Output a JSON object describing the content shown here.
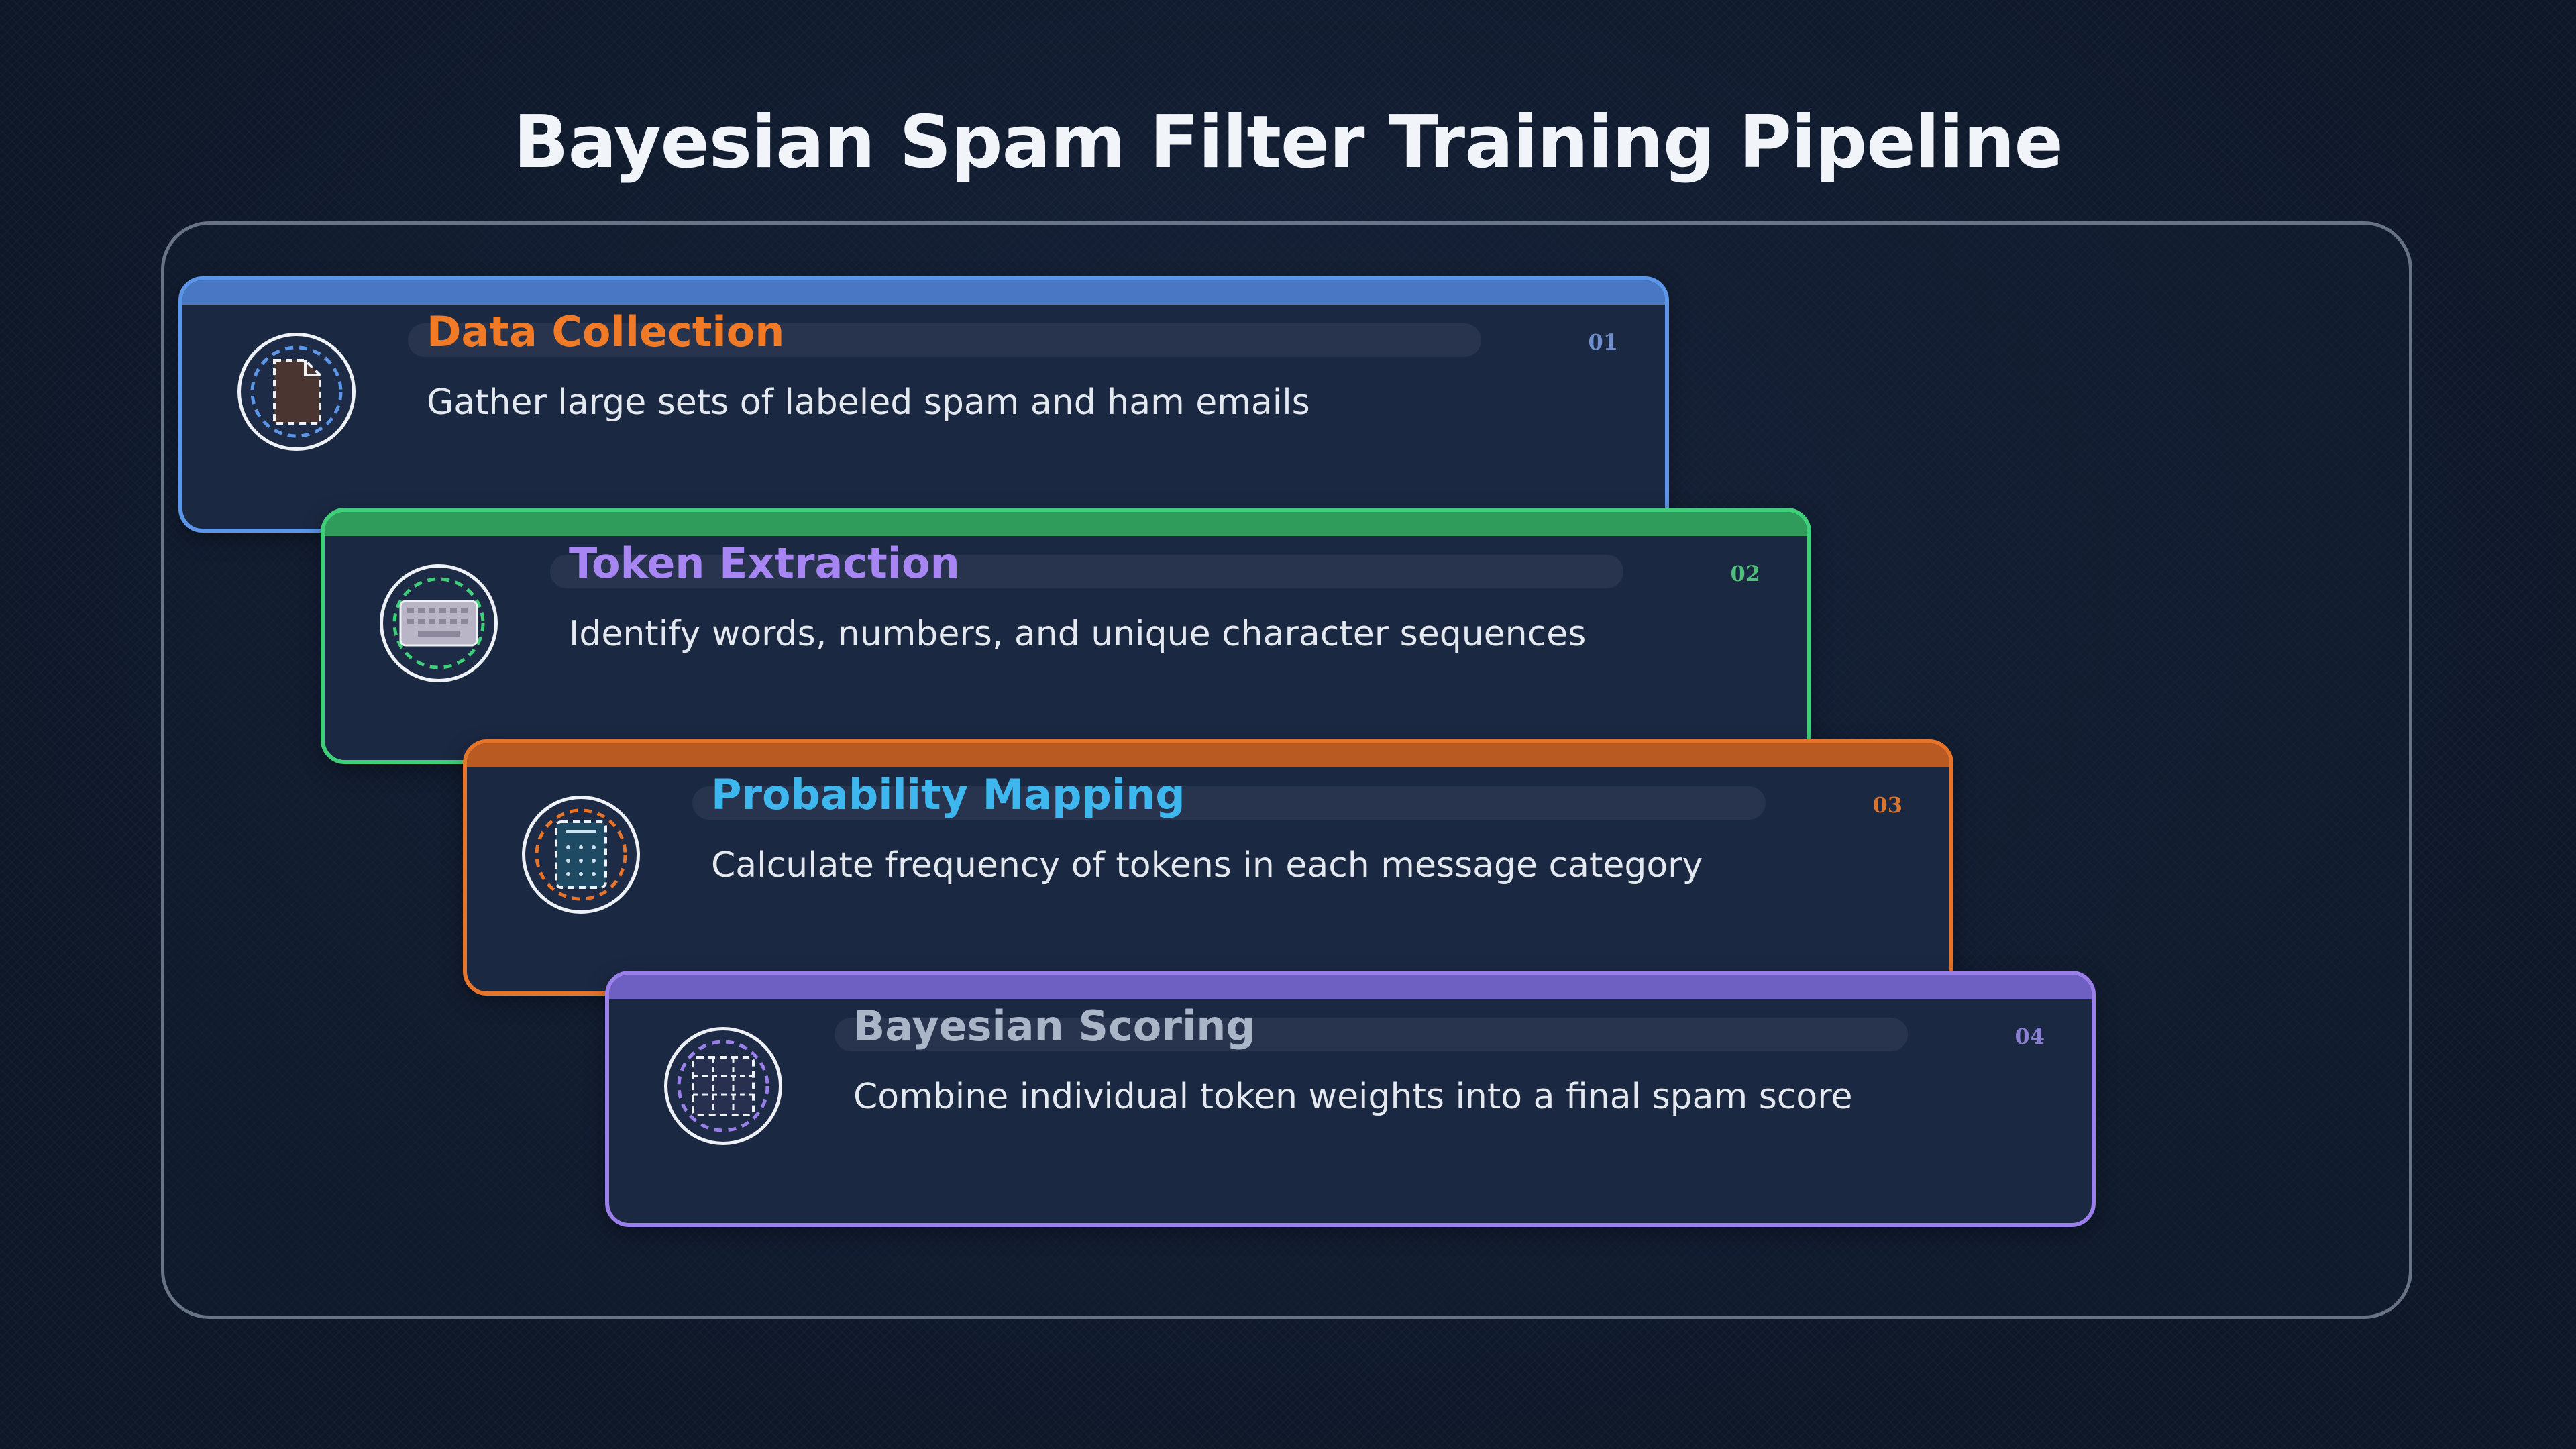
{
  "title": "Bayesian Spam Filter Training Pipeline",
  "colors": {
    "background": "#0f1a2c",
    "card_background": "#1b2842",
    "frame_border": "#aebccd"
  },
  "steps": [
    {
      "number": "01",
      "title": "Data Collection",
      "description": "Gather large sets of labeled spam and ham emails",
      "icon": "document-icon",
      "accent": "#5b96e8",
      "title_color": "#f07a26"
    },
    {
      "number": "02",
      "title": "Token Extraction",
      "description": "Identify words, numbers, and unique character sequences",
      "icon": "keyboard-icon",
      "accent": "#3fcf79",
      "title_color": "#a785f2"
    },
    {
      "number": "03",
      "title": "Probability Mapping",
      "description": "Calculate frequency of tokens in each message category",
      "icon": "calculator-icon",
      "accent": "#e8742a",
      "title_color": "#3eb6ee"
    },
    {
      "number": "04",
      "title": "Bayesian Scoring",
      "description": "Combine individual token weights into a final spam score",
      "icon": "table-grid-icon",
      "accent": "#9a7fea",
      "title_color": "#aab5c7"
    }
  ]
}
